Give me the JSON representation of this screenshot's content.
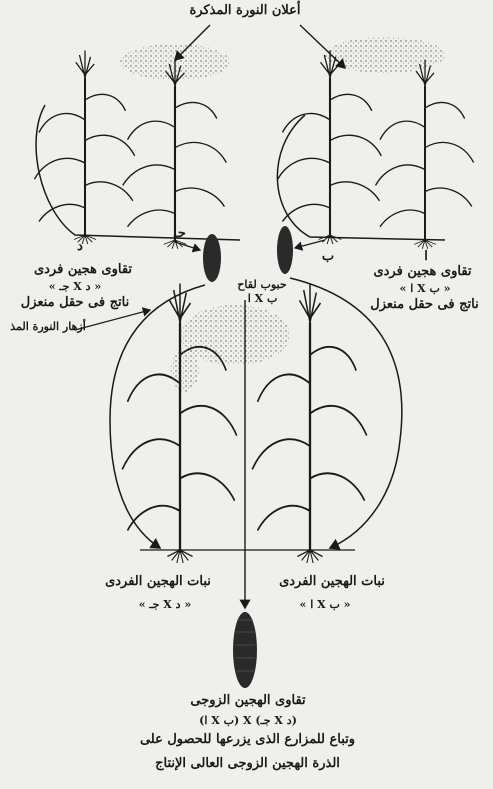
{
  "labels": {
    "top_title": "أعلان النورة المذكرة",
    "plant_d": "د",
    "plant_c": "حـ",
    "plant_b": "ب",
    "plant_a": "ا",
    "left_cob_title": "تقاوى هجين فردى",
    "left_cob_formula": "« جـ X د »",
    "left_cob_note": "ناتج فى حقل منعزل",
    "right_cob_title": "تقاوى هجين فردى",
    "right_cob_formula": "« ا X ب »",
    "right_cob_note": "ناتج فى حقل منعزل",
    "pollen_center": "حبوب لقاح",
    "pollen_center_formula": "ا X ب",
    "male_flower_left": "أزهار النورة المذ",
    "bottom_left_plant": "نبات الهجين الفردى",
    "bottom_left_formula": "« جـ X د »",
    "bottom_right_plant": "نبات الهجين الفردى",
    "bottom_right_formula": "« ا X ب »",
    "final_title": "تقاوى الهجين الزوجى",
    "final_formula": "(ا X ب) X (جـ X د)",
    "final_line1": "وتباع للمزارع الذى يزرعها للحصول على",
    "final_line2": "الذرة الهجين الزوجى العالى الإنتاج"
  }
}
